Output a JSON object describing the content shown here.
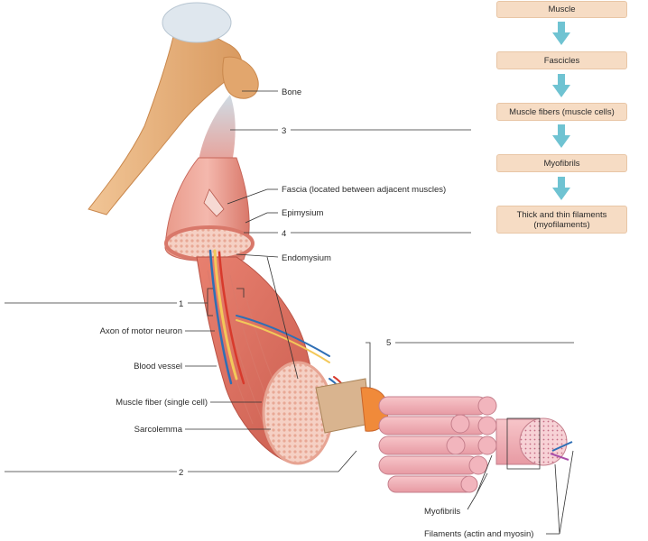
{
  "flow": {
    "steps": [
      "Muscle",
      "Fascicles",
      "Muscle fibers (muscle cells)",
      "Myofibrils",
      "Thick and thin filaments (myofilaments)"
    ]
  },
  "labels": {
    "bone": "Bone",
    "fascia": "Fascia (located between adjacent muscles)",
    "epimysium": "Epimysium",
    "endomysium": "Endomysium",
    "axon": "Axon of motor neuron",
    "blood_vessel": "Blood vessel",
    "muscle_fiber": "Muscle fiber (single cell)",
    "sarcolemma": "Sarcolemma",
    "myofibrils": "Myofibrils",
    "filaments": "Filaments (actin and myosin)"
  },
  "numbers": {
    "n1": "1",
    "n2": "2",
    "n3": "3",
    "n4": "4",
    "n5": "5"
  },
  "colors": {
    "flow_box": "#f6dcc4",
    "arrow": "#6fc3d2",
    "bone": "#e8b483",
    "cartilage": "#dfe8ef",
    "tendon": "#c9d7e0",
    "muscle": "#e58f7e",
    "fascicle": "#f2b9ae",
    "nerve": "#f3c85a",
    "vessel_blue": "#2f6fb5",
    "vessel_red": "#d83a2c"
  }
}
